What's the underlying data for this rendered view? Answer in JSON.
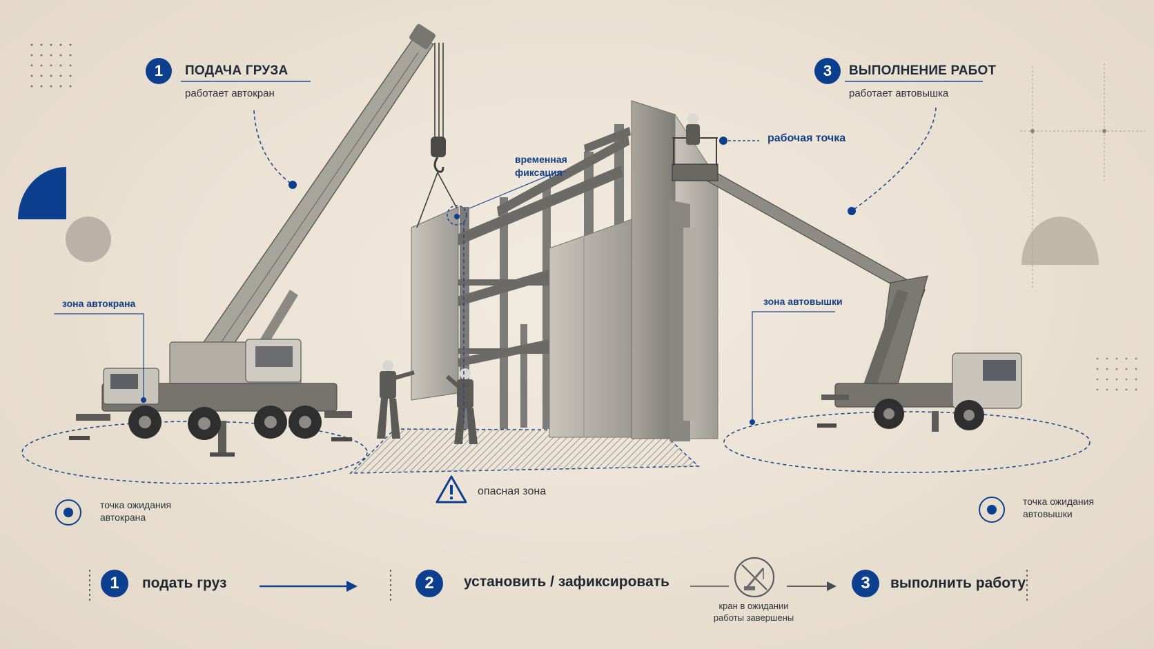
{
  "phases": {
    "one": {
      "num": "1",
      "title": "ПОДАЧА ГРУЗА",
      "subtitle": "работает автокран"
    },
    "three": {
      "num": "3",
      "title": "ВЫПОЛНЕНИЕ РАБОТ",
      "subtitle": "работает автовышка"
    }
  },
  "callouts": {
    "temp_fix_line1": "временная",
    "temp_fix_line2": "фиксация",
    "work_point": "рабочая точка",
    "crane_zone": "зона автокрана",
    "lift_zone": "зона автовышки",
    "danger_zone": "опасная зона",
    "crane_wait_line1": "точка ожидания",
    "crane_wait_line2": "автокрана",
    "lift_wait_line1": "точка ожидания",
    "lift_wait_line2": "автовышки"
  },
  "steps": [
    {
      "num": "1",
      "label": "подать груз"
    },
    {
      "num": "2",
      "label": "установить / зафиксировать"
    },
    {
      "num": "3",
      "label": "выполнить работу"
    }
  ],
  "crane_note": {
    "line1": "кран в ожидании",
    "line2": "работы завершены"
  },
  "icons": {
    "badge": "number-badge",
    "warning": "warning-triangle-icon",
    "target": "target-point-icon",
    "crane_off": "crane-disabled-icon",
    "arrow": "arrow-right-icon"
  },
  "colors": {
    "accent": "#0d3f8f",
    "background": "#ece3d6",
    "text": "#1f2a3a"
  }
}
